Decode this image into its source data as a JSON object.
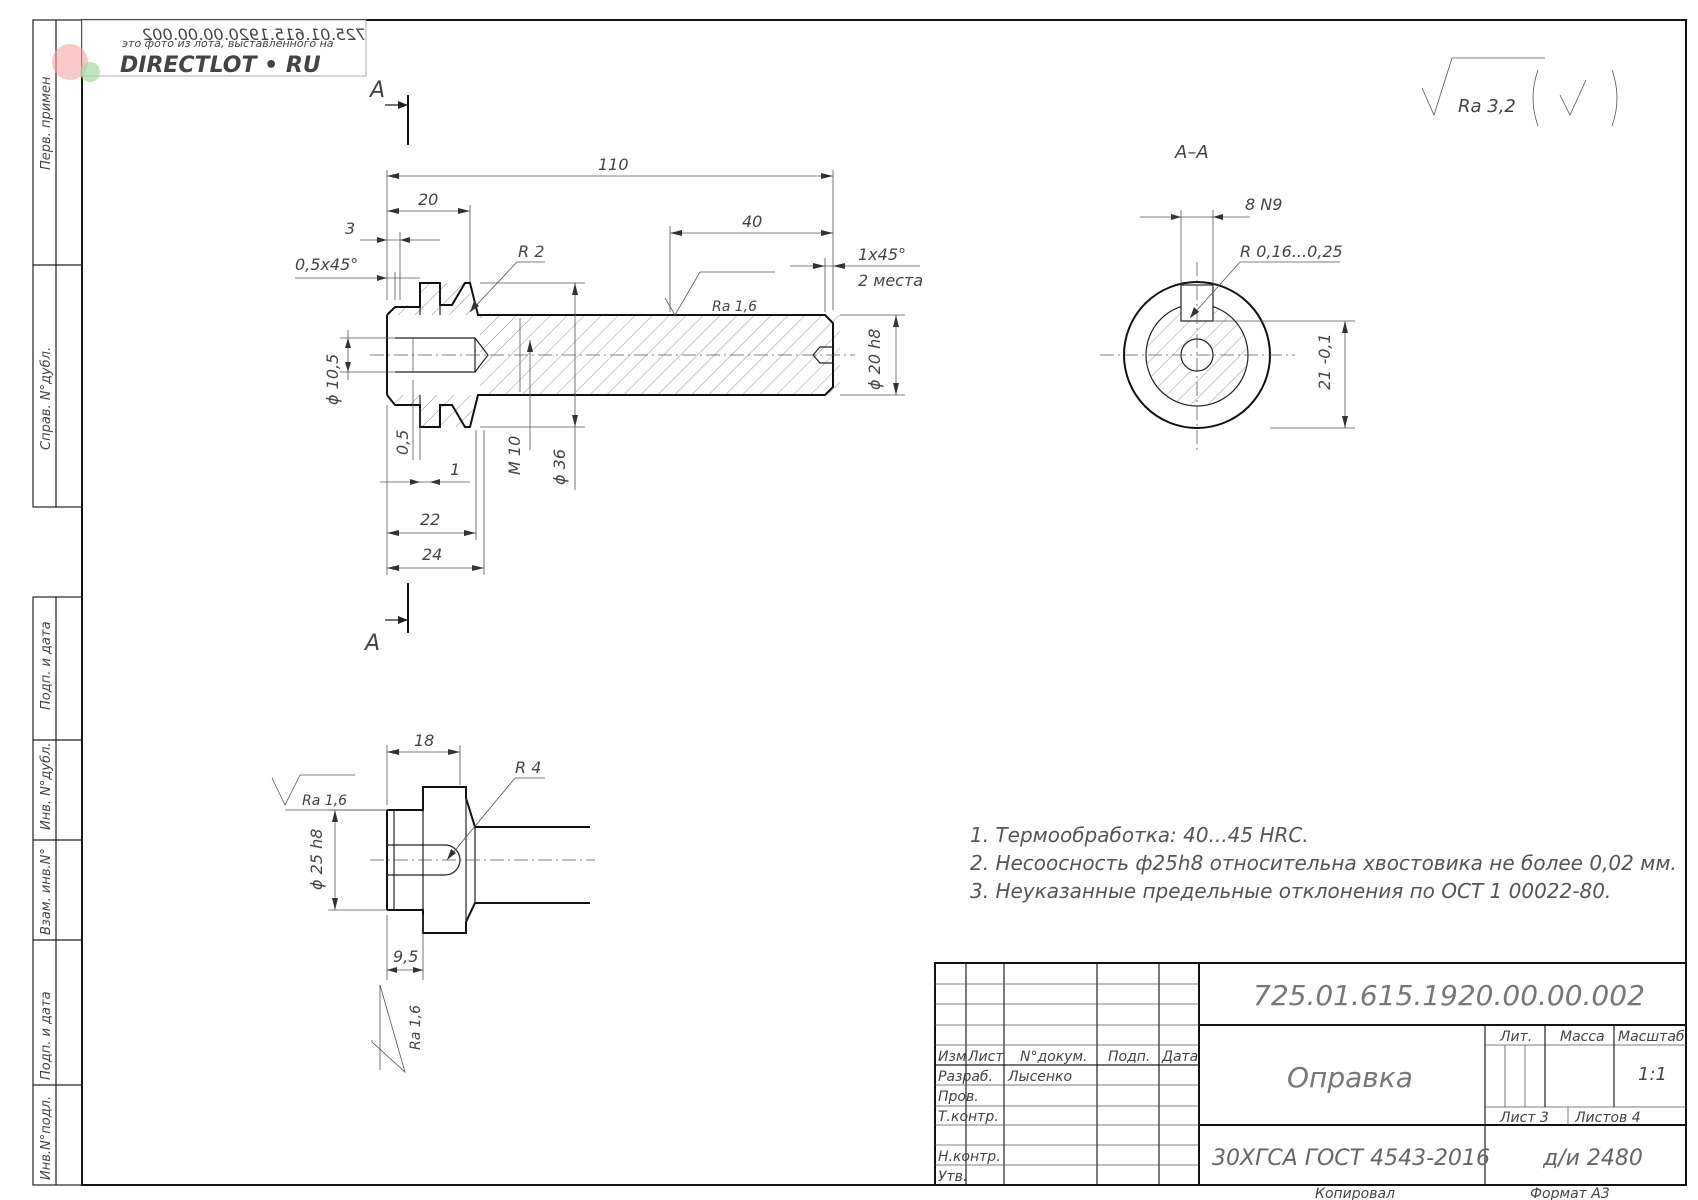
{
  "watermark": {
    "caption": "это фото из лота, выставленного на",
    "brand": "DIRECTLOT • RU",
    "mirrored_code": "725.01.615.1920.00.00.002"
  },
  "roughness_general": {
    "label": "Ra 3,2"
  },
  "section_labels": {
    "cut": "A",
    "view": "A–A"
  },
  "main_view_dims": {
    "d110": "110",
    "d20": "20",
    "d40": "40",
    "d3": "3",
    "chamfer_small": "0,5x45°",
    "radius2": "R 2",
    "ra16": "Ra 1,6",
    "chamfer_big": "1x45°",
    "two_places": "2 места",
    "dia105": "ϕ 10,5",
    "dia20": "ϕ 20 h8",
    "d05": "0,5",
    "d1": "1",
    "m10": "M 10",
    "dia36": "ϕ 36",
    "d22": "22",
    "d24": "24"
  },
  "section_dims": {
    "slot": "8 N9",
    "radius": "R 0,16...0,25",
    "depth": "21 -0,1"
  },
  "bottom_view_dims": {
    "d18": "18",
    "r4": "R 4",
    "ra16a": "Ra 1,6",
    "dia25": "ϕ 25 h8",
    "d95": "9,5",
    "ra16b": "Ra 1,6"
  },
  "notes": [
    "1.  Термообработка: 40...45 HRC.",
    "2.  Несоосность ф25h8 относительна хвостовика не более 0,02 мм.",
    "3.  Неуказанные предельные отклонения по ОСТ 1 00022-80."
  ],
  "left_strip": [
    "Перв. примен",
    "Справ. N°дубл.",
    "Подп. и дата",
    "Инв. N°дубл.",
    "Взам. инв.N°",
    "Подп. и дата",
    "Инв.N°подл."
  ],
  "title_block": {
    "designation": "725.01.615.1920.00.00.002",
    "name": "Оправка",
    "material": "30ХГСА ГОСТ 4543-2016",
    "org": "д/и 2480",
    "headers": {
      "izm": "Изм",
      "list": "Лист",
      "ndoc": "N°докум.",
      "podp": "Подп.",
      "data": "Дата"
    },
    "rows": {
      "razrab": "Разраб.",
      "razrab_name": "Лысенко",
      "prov": "Пров.",
      "tkontr": "Т.контр.",
      "nkontr": "Н.контр.",
      "utv": "Утв."
    },
    "lit": "Лит.",
    "massa": "Масса",
    "masshtab": "Масштаб",
    "scale": "1:1",
    "sheet": "Лист 3",
    "sheets": "Листов 4"
  },
  "footer": {
    "kopiroval": "Копировал",
    "format": "Формат   А3"
  }
}
